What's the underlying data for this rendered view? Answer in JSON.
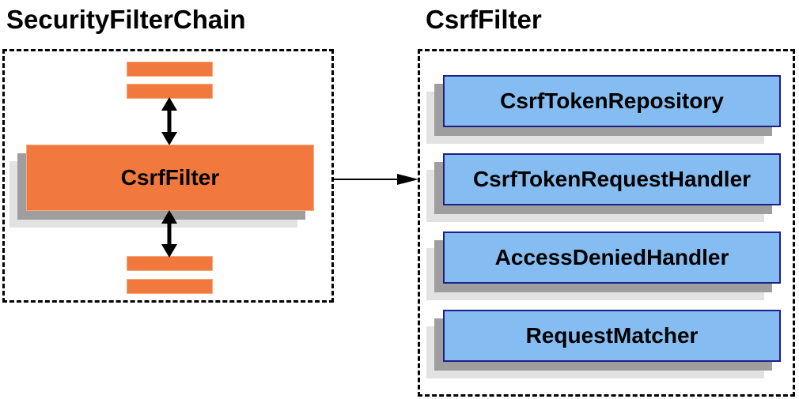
{
  "left_panel": {
    "title": "SecurityFilterChain",
    "csrf_filter_label": "CsrfFilter"
  },
  "right_panel": {
    "title": "CsrfFilter",
    "components": [
      "CsrfTokenRepository",
      "CsrfTokenRequestHandler",
      "AccessDeniedHandler",
      "RequestMatcher"
    ]
  },
  "colors": {
    "box_orange": "#F2793D",
    "box_orange_border": "#F8A77D",
    "component_blue_fill": "#85BDF2",
    "component_blue_border": "#1D2088",
    "shadow_dark": "#9E9E9E",
    "shadow_light": "#E2E2E2",
    "arrow_black": "#000000",
    "background": "#FFFFFF"
  }
}
